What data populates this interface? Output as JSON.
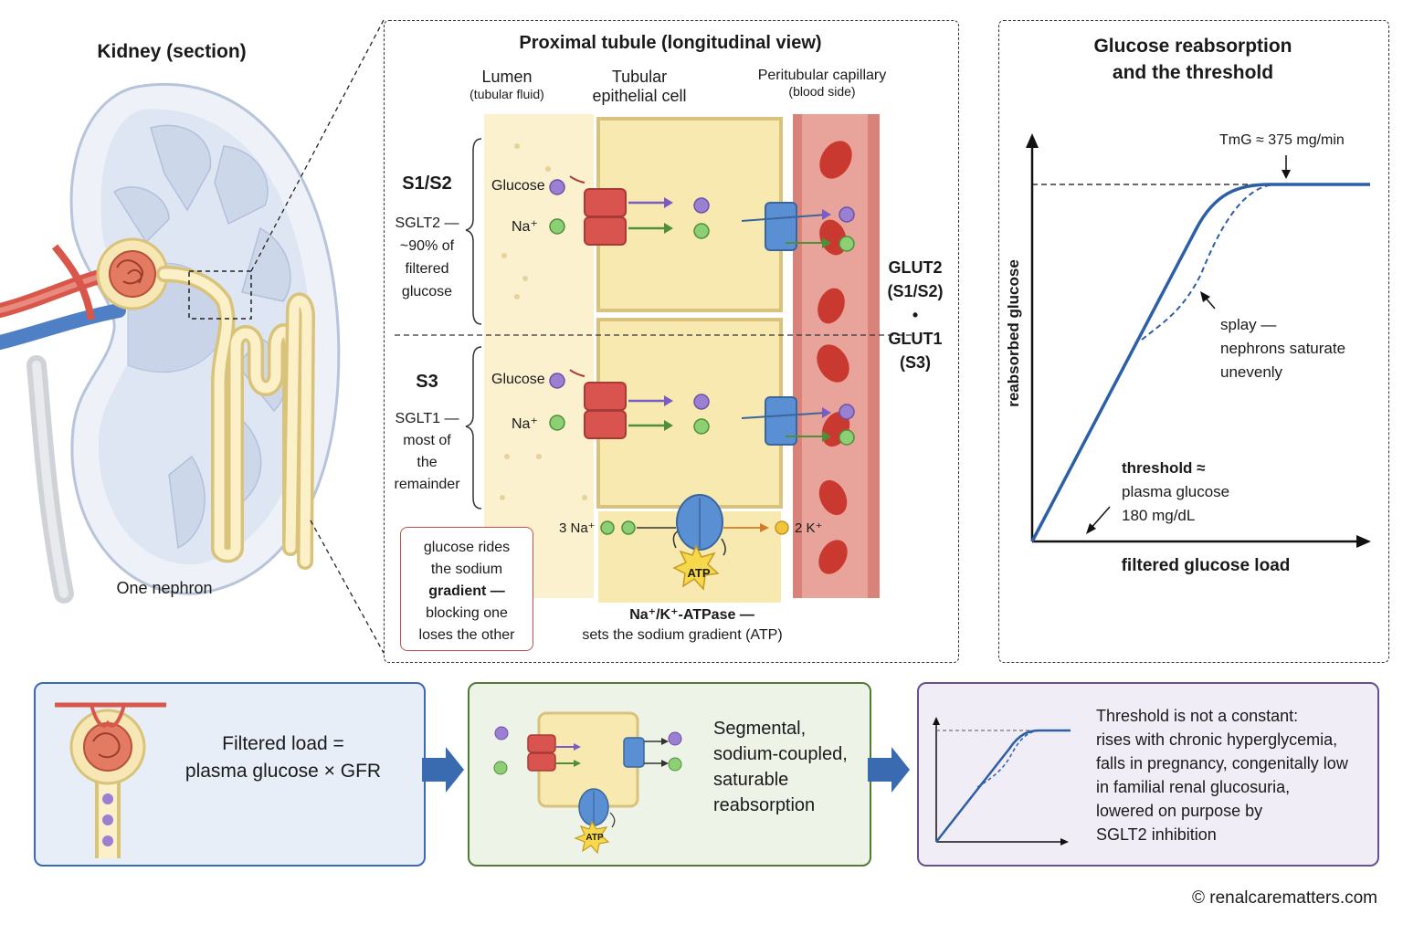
{
  "kidney": {
    "title": "Kidney (section)",
    "nephron_label": "One nephron"
  },
  "tubule_panel": {
    "title": "Proximal tubule (longitudinal view)",
    "lumen": "Lumen",
    "lumen_sub": "(tubular fluid)",
    "cell_line1": "Tubular",
    "cell_line2": "epithelial cell",
    "capillary": "Peritubular capillary",
    "capillary_sub": "(blood side)",
    "s12_title": "S1/S2",
    "s12_lines": [
      "SGLT2 —",
      "~90% of",
      "filtered",
      "glucose"
    ],
    "s3_title": "S3",
    "s3_lines": [
      "SGLT1 —",
      "most of",
      "the",
      "remainder"
    ],
    "glucose": "Glucose",
    "na": "Na⁺",
    "glut_lines": [
      "GLUT2",
      "(S1/S2)",
      "•",
      "GLUT1",
      "(S3)"
    ],
    "na_in": "3 Na⁺",
    "k_out": "2 K⁺",
    "atp": "ATP",
    "pump_label": "Na⁺/K⁺-ATPase —",
    "pump_sub": "sets the sodium gradient (ATP)",
    "note_lines": [
      "glucose rides",
      "the sodium",
      "gradient —",
      "blocking one",
      "loses the other"
    ]
  },
  "graph_panel": {
    "title_line1": "Glucose reabsorption",
    "title_line2": "and the threshold",
    "tmg": "TmG ≈ 375 mg/min",
    "ylabel": "reabsorbed glucose",
    "xlabel": "filtered glucose load",
    "splay_lines": [
      "splay —",
      "nephrons saturate",
      "unevenly"
    ],
    "threshold_lines": [
      "threshold ≈",
      "plasma glucose",
      "180 mg/dL"
    ]
  },
  "bottom": {
    "box1_line1": "Filtered load =",
    "box1_line2": "plasma glucose × GFR",
    "box2_lines": [
      "Segmental,",
      "sodium-coupled,",
      "saturable",
      "reabsorption"
    ],
    "box2_atp": "ATP",
    "box3_lines": [
      "Threshold is not a constant:",
      "rises with chronic hyperglycemia,",
      "falls in pregnancy, congenitally low",
      "in familial renal glucosuria,",
      "lowered on purpose by",
      "SGLT2 inhibition"
    ]
  },
  "footer": {
    "copyright": "© renalcarematters.com"
  },
  "colors": {
    "box1_border": "#3a6ab0",
    "box1_fill": "#e8eef8",
    "box2_border": "#4f7a3a",
    "box2_fill": "#eef3e8",
    "box3_border": "#6a4e8e",
    "box3_fill": "#f1edf6",
    "curve": "#2d5fa6",
    "sglt": "#d9534f",
    "glut": "#5b8fd4",
    "glucose_dot": "#9b7fd1",
    "na_dot": "#8ccf74"
  }
}
